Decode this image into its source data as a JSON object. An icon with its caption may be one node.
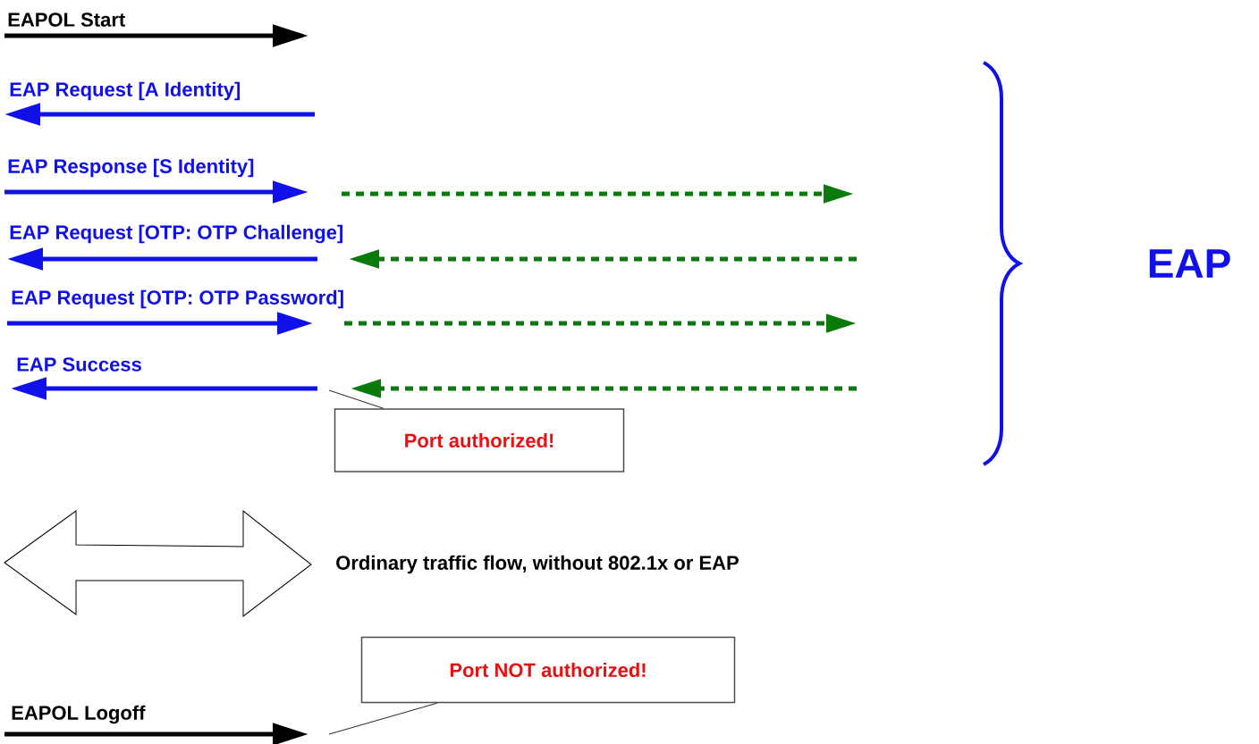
{
  "diagram": {
    "nodes": [
      {
        "text": [
          "Port authorized!"
        ]
      },
      {
        "text": [
          "Port NOT authorized!"
        ]
      }
    ],
    "edges": [
      {
        "from": 0,
        "to": null,
        "arrow": "none"
      },
      {
        "from": 1,
        "to": null,
        "arrow": "none"
      }
    ],
    "labels": [
      "EAPOL Start",
      "EAP Request [A Identity]",
      "EAP Response [S Identity]",
      "EAP Request [OTP: OTP Challenge]",
      "EAP Request [OTP: OTP Password]",
      "EAP Success",
      "EAP",
      "Ordinary traffic flow, without 802.1x or EAP",
      "EAPOL Logoff"
    ]
  }
}
